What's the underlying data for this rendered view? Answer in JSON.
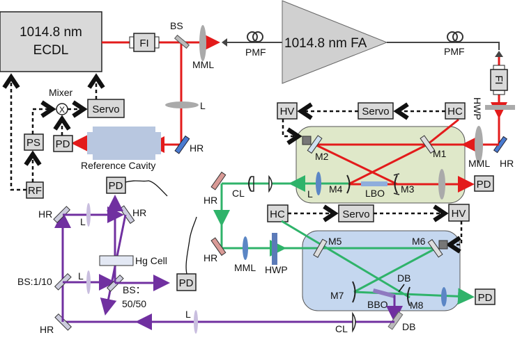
{
  "title": "Optical setup: 1014.8 nm ECDL, fiber amplifier, two-stage frequency doubling (LBO, BBO) and Hg cell spectroscopy",
  "colors": {
    "ir_beam": "#e31b1b",
    "green_beam": "#2fb36a",
    "uv_beam": "#7030a0",
    "cavity1_fill": "#dfe8c9",
    "cavity2_fill": "#c5d7ef",
    "box_fill": "#d9d9d9"
  },
  "laser": {
    "line1": "1014.8 nm",
    "line2": "ECDL"
  },
  "amplifier": {
    "label": "1014.8 nm FA"
  },
  "labels": {
    "fi1": "FI",
    "fi2": "FI",
    "bs_top": "BS",
    "mml_top": "MML",
    "pmf1": "PMF",
    "pmf2": "PMF",
    "l_top": "L",
    "hr_ref": "HR",
    "mixer": "Mixer",
    "mixer_symbol": "X",
    "servo1": "Servo",
    "servo2": "Servo",
    "servo3": "Servo",
    "ps": "PS",
    "pd_ref": "PD",
    "rf": "RF",
    "ref_cavity": "Reference Cavity",
    "hv1": "HV",
    "hc1": "HC",
    "hwp1": "HWP",
    "mml_c1": "MML",
    "hr_c1": "HR",
    "m1": "M1",
    "m2": "M2",
    "m3": "M3",
    "m4": "M4",
    "lbo": "LBO",
    "l_c1": "L",
    "pd_c1": "PD",
    "hr_g1": "HR",
    "cl_g": "CL",
    "hr_g2": "HR",
    "mml_g": "MML",
    "hwp_g": "HWP",
    "hc2": "HC",
    "hv2": "HV",
    "m5": "M5",
    "m6": "M6",
    "m7": "M7",
    "m8": "M8",
    "bbo": "BBO",
    "db1": "DB",
    "db2": "DB",
    "pd_c2": "PD",
    "cl_uv": "CL",
    "l_uv": "L",
    "pd_hg1": "PD",
    "pd_hg2": "PD",
    "hr_uv1": "HR",
    "hr_uv2": "HR",
    "hr_uv3": "HR",
    "l_uv2": "L",
    "l_uv3": "L",
    "hg_cell": "Hg Cell",
    "bs_110": "BS:1/10",
    "bs_5050_a": "BS：",
    "bs_5050_b": "50/50"
  }
}
